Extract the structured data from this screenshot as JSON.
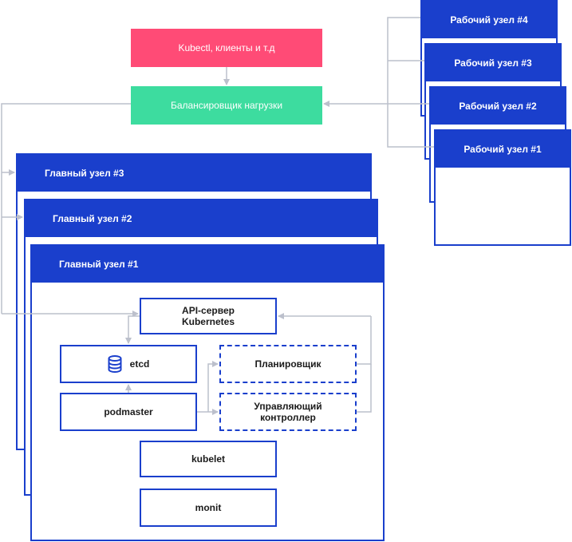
{
  "clients_label": "Kubectl, клиенты и т.д",
  "balancer_label": "Балансировщик нагрузки",
  "masters": [
    {
      "title": "Главный узел #3"
    },
    {
      "title": "Главный узел #2"
    },
    {
      "title": "Главный узел #1"
    }
  ],
  "workers": [
    {
      "title": "Рабочий узел #4"
    },
    {
      "title": "Рабочий узел #3"
    },
    {
      "title": "Рабочий узел #2"
    },
    {
      "title": "Рабочий узел #1"
    }
  ],
  "components": {
    "api_server_line1": "API-сервер",
    "api_server_line2": "Kubernetes",
    "etcd": "etcd",
    "podmaster": "podmaster",
    "scheduler": "Планировщик",
    "controller_line1": "Управляющий",
    "controller_line2": "контроллер",
    "kubelet": "kubelet",
    "monit": "monit"
  },
  "colors": {
    "node_blue": "#1a3fcc",
    "clients_pink": "#ff4b76",
    "balancer_green": "#3ddc9f",
    "connector_gray": "#bcc0cc"
  },
  "icons": {
    "etcd": "database-icon"
  }
}
